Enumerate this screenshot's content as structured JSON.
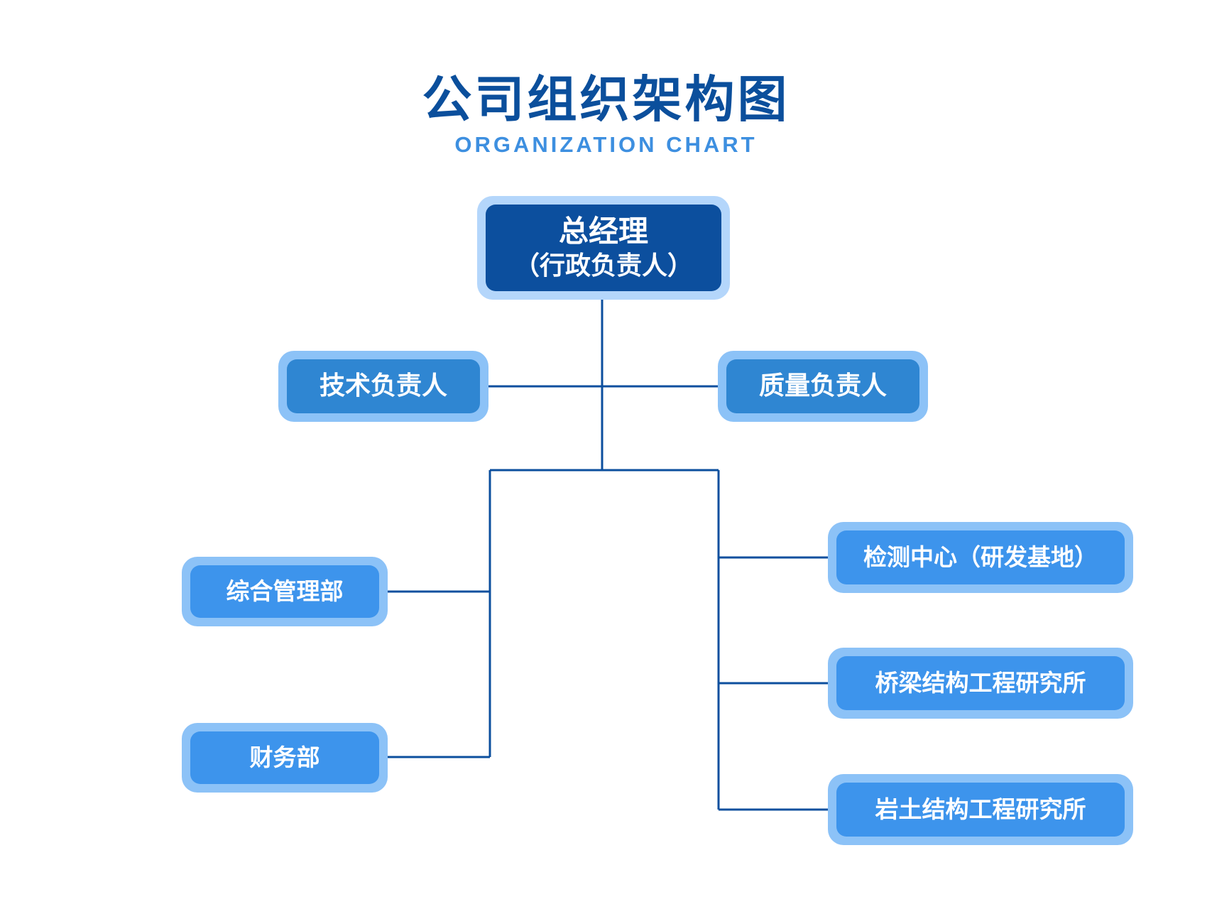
{
  "header": {
    "title": "公司组织架构图",
    "subtitle": "ORGANIZATION CHART"
  },
  "chart": {
    "general_manager": {
      "name": "总经理",
      "role": "（行政负责人）"
    },
    "leaders": [
      {
        "label": "技术负责人"
      },
      {
        "label": "质量负责人"
      }
    ],
    "left_departments": [
      {
        "label": "综合管理部"
      },
      {
        "label": "财务部"
      }
    ],
    "right_departments": [
      {
        "label": "检测中心（研发基地）"
      },
      {
        "label": "桥梁结构工程研究所"
      },
      {
        "label": "岩土结构工程研究所"
      }
    ]
  },
  "colors": {
    "title": "#0b4f9c",
    "subtitle": "#3d8fe0",
    "connector": "#0c4f9e",
    "gm_fill": "#0c4f9e",
    "gm_border": "#b4d6fb",
    "leader_fill": "#2f86d2",
    "dept_fill": "#3d94ec",
    "box_border": "#8cc2f7"
  }
}
